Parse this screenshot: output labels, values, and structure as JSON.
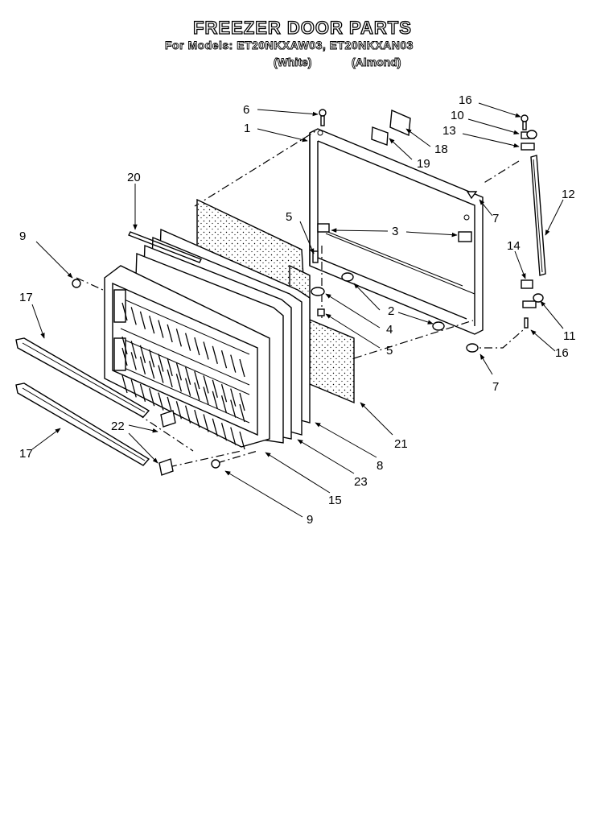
{
  "header": {
    "title": "FREEZER DOOR PARTS",
    "models_line": "For Models: ET20NKXAW03, ET20NKXAN03",
    "variant_white": "(White)",
    "variant_almond": "(Almond)"
  },
  "callouts": [
    "6",
    "1",
    "20",
    "9",
    "17",
    "17",
    "22",
    "5",
    "3",
    "2",
    "4",
    "5",
    "7",
    "7",
    "16",
    "10",
    "13",
    "18",
    "19",
    "12",
    "14",
    "11",
    "16",
    "21",
    "8",
    "23",
    "15",
    "9"
  ]
}
